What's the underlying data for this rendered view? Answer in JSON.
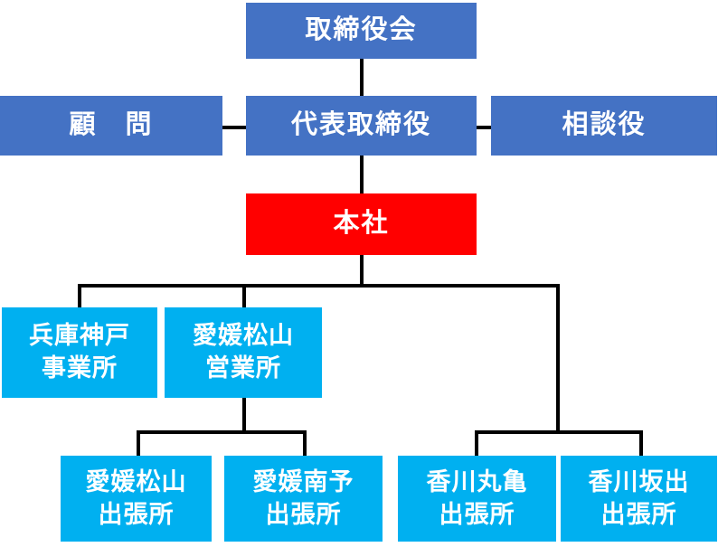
{
  "colors": {
    "box_blue": "#4472C4",
    "box_red": "#FF0000",
    "box_cyan": "#00B0F0",
    "connector": "#000000",
    "text": "#FFFFFF",
    "background": "#FFFFFF"
  },
  "org_chart": {
    "board": {
      "label": "取締役会"
    },
    "advisor": {
      "label": "顧　問"
    },
    "president": {
      "label": "代表取締役"
    },
    "counselor": {
      "label": "相談役"
    },
    "head_office": {
      "label": "本社"
    },
    "offices": [
      {
        "line1": "兵庫神戸",
        "line2": "事業所"
      },
      {
        "line1": "愛媛松山",
        "line2": "営業所"
      }
    ],
    "branches": [
      {
        "line1": "愛媛松山",
        "line2": "出張所"
      },
      {
        "line1": "愛媛南予",
        "line2": "出張所"
      },
      {
        "line1": "香川丸亀",
        "line2": "出張所"
      },
      {
        "line1": "香川坂出",
        "line2": "出張所"
      }
    ]
  }
}
